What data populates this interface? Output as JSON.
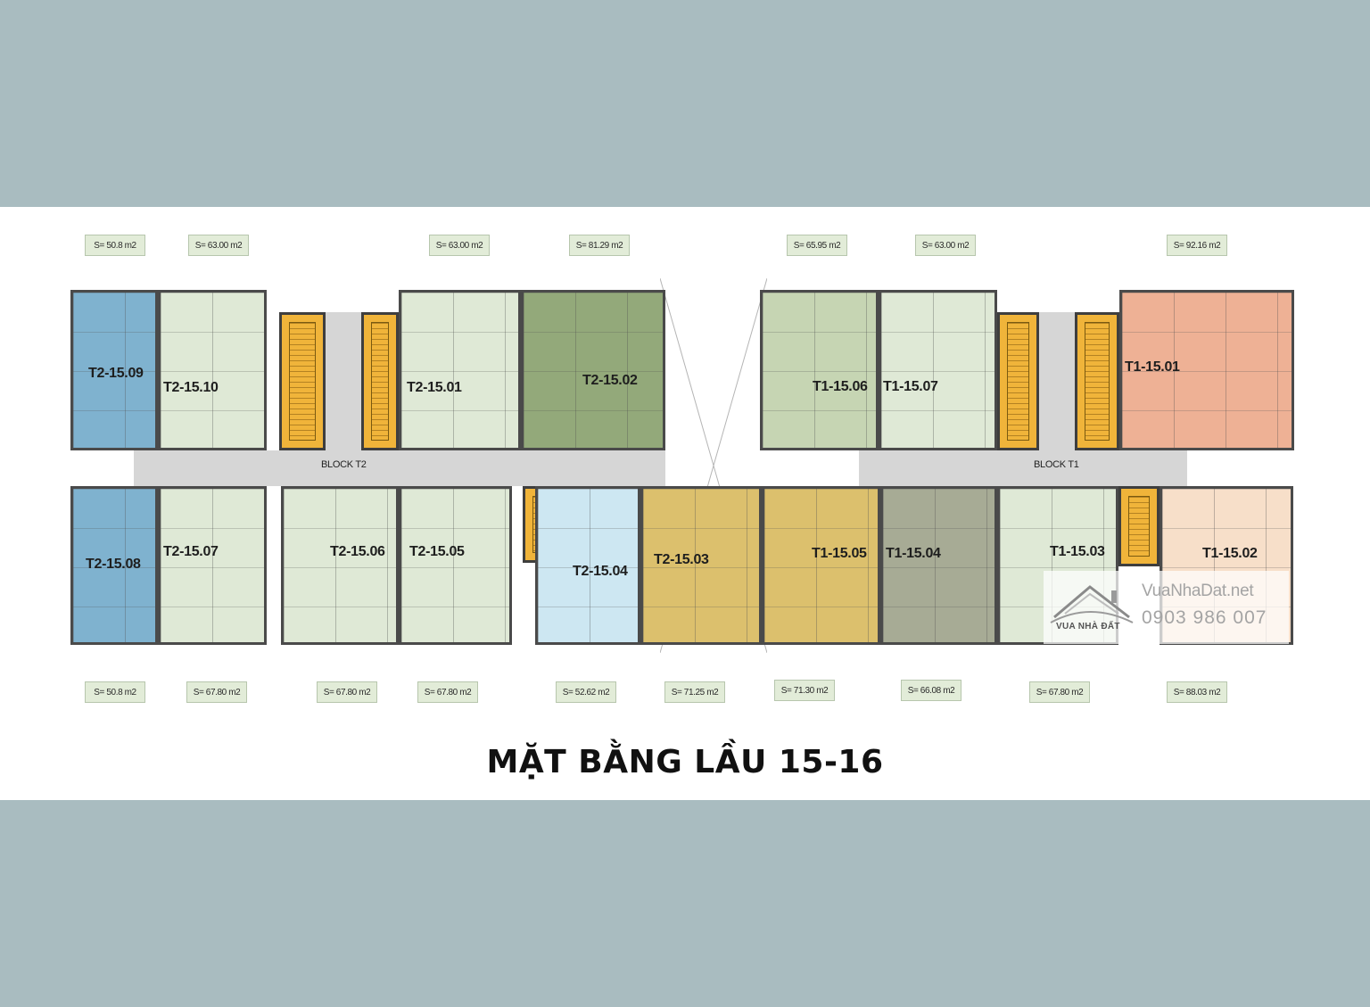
{
  "title": "MẶT BẰNG LẦU 15-16",
  "blocks": {
    "t2_label": "BLOCK T2",
    "t1_label": "BLOCK T1"
  },
  "colors": {
    "light_green": "#dfe9d6",
    "blue": "#7fb2cf",
    "dark_green": "#93a97a",
    "sage": "#c6d5b3",
    "salmon": "#eeb195",
    "light_blue": "#cde7f2",
    "mustard": "#dcc06d",
    "olive_gray": "#a7ab95",
    "peach": "#f7dfc9",
    "core_orange": "#f0b43a"
  },
  "top_areas": [
    "S= 50.8 m2",
    "S= 63.00 m2",
    "S= 63.00 m2",
    "S= 81.29 m2",
    "S= 65.95 m2",
    "S= 63.00 m2",
    "S= 92.16 m2"
  ],
  "bottom_areas": [
    "S= 50.8 m2",
    "S= 67.80 m2",
    "S= 67.80 m2",
    "S= 67.80 m2",
    "S= 52.62 m2",
    "S= 71.25 m2",
    "S= 71.30 m2",
    "S= 66.08 m2",
    "S= 67.80 m2",
    "S= 88.03 m2"
  ],
  "top_units": [
    "T2-15.09",
    "T2-15.10",
    "T2-15.01",
    "T2-15.02",
    "T1-15.06",
    "T1-15.07",
    "T1-15.01"
  ],
  "bottom_units": [
    "T2-15.08",
    "T2-15.07",
    "T2-15.06",
    "T2-15.05",
    "T2-15.04",
    "T2-15.03",
    "T1-15.05",
    "T1-15.04",
    "T1-15.03",
    "T1-15.02"
  ],
  "watermark": {
    "brand": "VUA NHÀ ĐẤT",
    "site": "VuaNhaDat.net",
    "phone": "0903 986 007"
  }
}
